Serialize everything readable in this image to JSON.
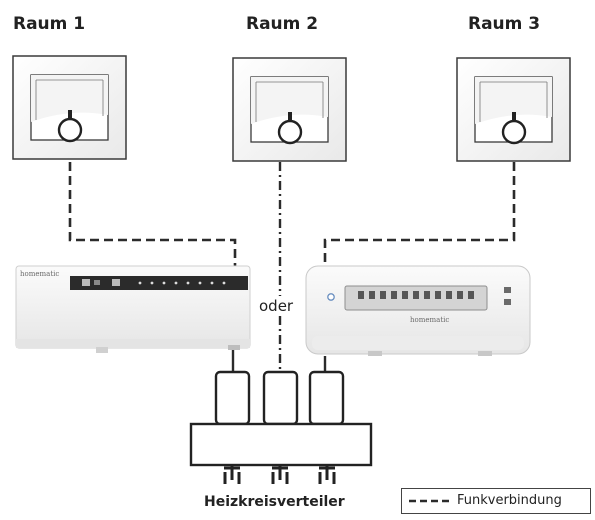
{
  "rooms": [
    {
      "label": "Raum 1"
    },
    {
      "label": "Raum 2"
    },
    {
      "label": "Raum 3"
    }
  ],
  "or_label": "oder",
  "distributor_label": "Heizkreisverteiler",
  "legend": {
    "label": "Funkverbindung"
  },
  "brand": "homematic"
}
